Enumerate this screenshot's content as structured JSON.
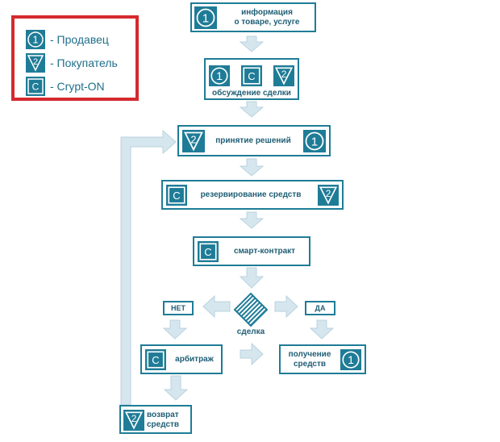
{
  "colors": {
    "accent": "#1f7c97",
    "arrow": "#d6e6ee",
    "legend_border": "#d42a2f",
    "text": "#1f5e74"
  },
  "legend": [
    {
      "icon": "seller-circle-icon",
      "glyph": "1",
      "label": "- Продавец"
    },
    {
      "icon": "buyer-triangle-icon",
      "glyph": "2",
      "label": "- Покупатель"
    },
    {
      "icon": "cryptoon-square-icon",
      "glyph": "C",
      "label": "- Crypt-ON"
    }
  ],
  "steps": {
    "info": {
      "line1": "информация",
      "line2": "о товаре, услуге"
    },
    "discussion": {
      "label": "обсуждение сделки"
    },
    "decisions": {
      "label": "принятие решений"
    },
    "reservation": {
      "label": "резервирование средств"
    },
    "smart_contract": {
      "label": "смарт-контракт"
    },
    "deal": {
      "label": "сделка"
    },
    "no": {
      "label": "НЕТ"
    },
    "yes": {
      "label": "ДА"
    },
    "arbitration": {
      "label": "арбитраж"
    },
    "receipt": {
      "line1": "получение",
      "line2": "средств"
    },
    "refund": {
      "line1": "возврат",
      "line2": "средств"
    }
  },
  "glyphs": {
    "seller": "1",
    "buyer": "2",
    "cryptoon": "C"
  }
}
